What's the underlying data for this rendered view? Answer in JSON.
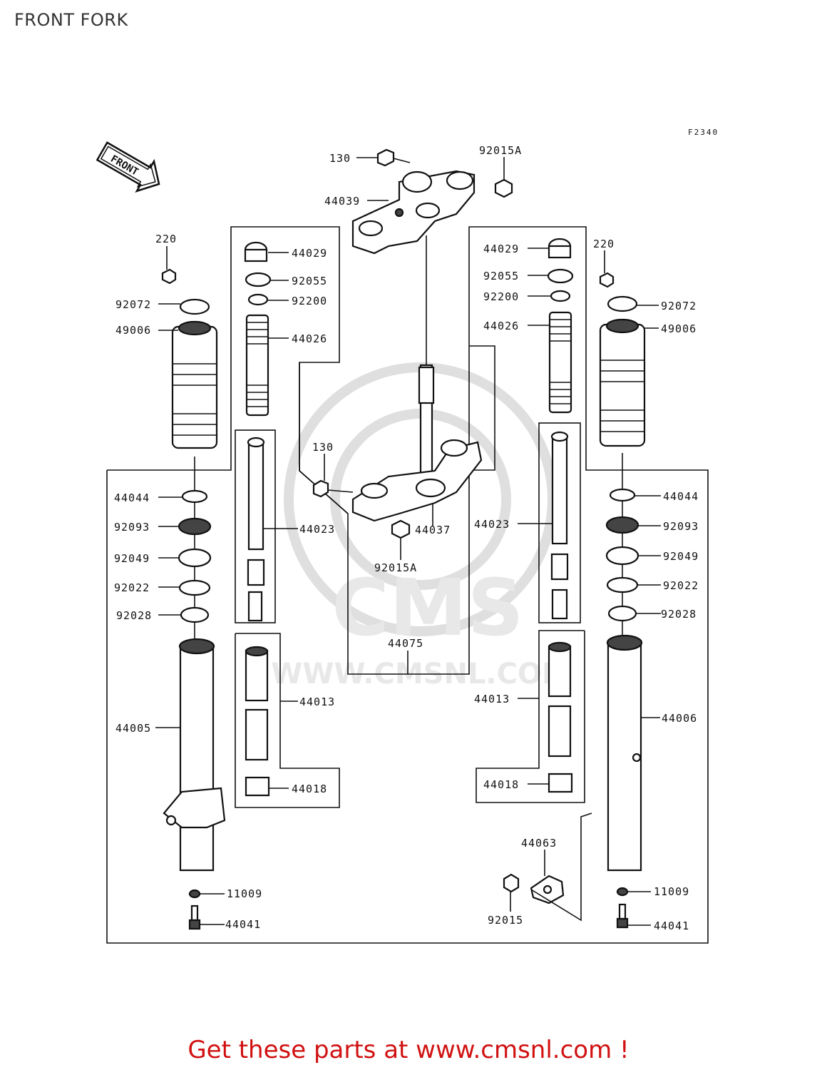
{
  "page": {
    "title": "FRONT FORK",
    "cta": "Get these parts at www.cmsnl.com !"
  },
  "diagram": {
    "code": "F2340",
    "front_arrow": "FRONT",
    "watermark": {
      "brand": "CMS",
      "url": "WWW.CMSNL.COM"
    },
    "labels": {
      "l130_top": "130",
      "l92015A_top": "92015A",
      "l44039": "44039",
      "l220_left": "220",
      "l92072_left": "92072",
      "l49006_left": "49006",
      "l44029_a": "44029",
      "l92055_a": "92055",
      "l92200_a": "92200",
      "l44026_a": "44026",
      "l44029_b": "44029",
      "l92055_b": "92055",
      "l92200_b": "92200",
      "l44026_b": "44026",
      "l220_right": "220",
      "l92072_right": "92072",
      "l49006_right": "49006",
      "l130_mid": "130",
      "l44037": "44037",
      "l92015A_mid": "92015A",
      "l44044_left": "44044",
      "l92093_left": "92093",
      "l92049_left": "92049",
      "l92022_left": "92022",
      "l92028_left": "92028",
      "l44023_left": "44023",
      "l44023_right": "44023",
      "l44044_right": "44044",
      "l92093_right": "92093",
      "l92049_right": "92049",
      "l92022_right": "92022",
      "l92028_right": "92028",
      "l44075": "44075",
      "l44005": "44005",
      "l44013_left": "44013",
      "l44018_left": "44018",
      "l44013_right": "44013",
      "l44006": "44006",
      "l44018_right": "44018",
      "l44063": "44063",
      "l92015": "92015",
      "l11009_left": "11009",
      "l44041_left": "44041",
      "l11009_right": "11009",
      "l44041_right": "44041"
    }
  }
}
